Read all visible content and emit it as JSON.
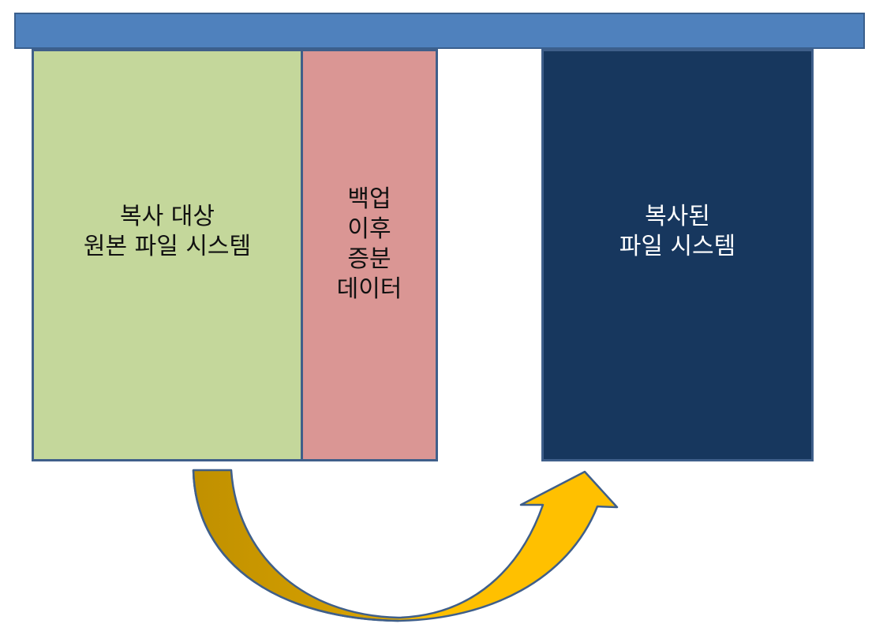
{
  "diagram": {
    "source_box": {
      "label": "복사 대상\n원본 파일 시스템"
    },
    "delta_box": {
      "label": "백업\n이후\n증분\n데이터"
    },
    "copied_box": {
      "label": "복사된\n파일 시스템"
    },
    "colors": {
      "top_bar": "#4f81bd",
      "source": "#c4d79b",
      "delta": "#da9694",
      "copied": "#17375e",
      "arrow_light": "#ffc000",
      "arrow_dark": "#c09000"
    }
  }
}
